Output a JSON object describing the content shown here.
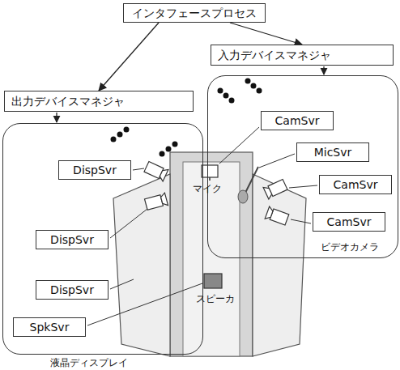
{
  "diagram": {
    "nodes": [
      {
        "text": [
          "インタフェースプロセス"
        ]
      },
      {
        "text": [
          "入力デバイスマネジャ"
        ]
      },
      {
        "text": [
          "CamSvr"
        ],
        "in": 1
      },
      {
        "text": [
          "MicSvr"
        ],
        "in": 1
      },
      {
        "text": [
          "CamSvr"
        ],
        "in": 1
      },
      {
        "text": [
          "CamSvr"
        ],
        "in": 1
      },
      {
        "text": [
          "出力デバイスマネジャ"
        ]
      },
      {
        "text": [
          "DispSvr"
        ],
        "in": 6
      },
      {
        "text": [
          "DispSvr"
        ],
        "in": 6
      },
      {
        "text": [
          "DispSvr"
        ],
        "in": 6
      },
      {
        "text": [
          "SpkSvr"
        ],
        "in": 6
      }
    ],
    "edges": [
      {
        "from": 0,
        "to": 1,
        "arrow": "to"
      },
      {
        "from": 0,
        "to": 6,
        "arrow": "to"
      }
    ],
    "labels": [
      "マイク",
      "ビデオカメラ",
      "スピーカ",
      "液晶ディスプレイ"
    ]
  }
}
